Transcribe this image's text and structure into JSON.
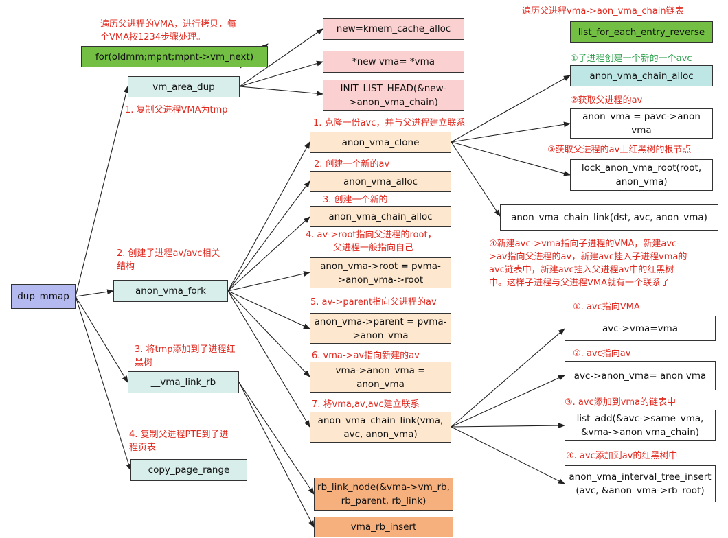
{
  "colors": {
    "root": "#b4b9f0",
    "level1": "#d7eeeb",
    "avc_alloc": "#bde6e4",
    "fork_child": "#fde8cf",
    "rb_insert": "#f6b07d",
    "vma_dup": "#fbd0d0",
    "for_loop": "#72bf44",
    "list_head": "#72bf44",
    "annotation": "#e02a20",
    "arrow": "#222222"
  },
  "nodes": {
    "dup_mmap": "dup_mmap",
    "for_loop": "for(oldmm;mpnt;mpnt->vm_next)",
    "vm_area_dup": "vm_area_dup",
    "kmem_cache_alloc": "new=kmem_cache_alloc",
    "new_vma": "*new vma= *vma",
    "init_list_head": "INIT_LIST_HEAD(&new->anon_vma_chain)",
    "anon_vma_fork": "anon_vma_fork",
    "vma_link_rb": "__vma_link_rb",
    "copy_page_range": "copy_page_range",
    "anon_vma_clone": "anon_vma_clone",
    "anon_vma_alloc": "anon_vma_alloc",
    "anon_vma_chain_alloc_mid": "anon_vma_chain_alloc",
    "root_assign": "anon_vma->root = pvma->anon_vma->root",
    "parent_assign": "anon_vma->parent = pvma->anon_vma",
    "vma_anon_vma_assign": "vma->anon_vma = anon_vma",
    "chain_link_mid": "anon_vma_chain_link(vma, avc, anon_vma)",
    "rb_link_node": "rb_link_node(&vma->vm_rb, rb_parent, rb_link)",
    "vma_rb_insert": "vma_rb_insert",
    "list_reverse": "list_for_each_entry_reverse",
    "avc_alloc_right": "anon_vma_chain_alloc",
    "anon_vma_pavc": "anon_vma = pavc->anon vma",
    "lock_root": "lock_anon_vma_root(root, anon_vma)",
    "chain_link_right": "anon_vma_chain_link(dst, avc, anon_vma)",
    "avc_vma": "avc->vma=vma",
    "avc_anon_vma": "avc->anon_vma= anon vma",
    "list_add": "list_add(&avc->same_vma, &vma->anon vma_chain)",
    "interval_insert": "anon_vma_interval_tree_insert (avc, &anon_vma->rb_root)"
  },
  "notes": {
    "loop_note": [
      "遍历父进程的VMA，进行拷贝，每",
      "个VMA按1234步骤处理。"
    ],
    "step1": [
      "1. 复制父进程VMA为tmp"
    ],
    "step2": [
      "2. 创建子进程av/avc相关",
      "结构"
    ],
    "step3": [
      "3. 将tmp添加到子进程红",
      "黑树"
    ],
    "step4": [
      "4. 复制父进程PTE到子进",
      "程页表"
    ],
    "clone_note": [
      "1. 克隆一份avc，并与父进程建立联系"
    ],
    "alloc_note": [
      "2. 创建一个新的av"
    ],
    "chain_alloc_note": [
      "3. 创建一个新的"
    ],
    "root_note": [
      "4. av->root指向父进程的root，",
      "父进程一般指向自己"
    ],
    "parent_note": [
      "5. av->parent指向父进程的av"
    ],
    "vma_note": [
      "6. vma->av指向新建的av"
    ],
    "link_note": [
      "7. 将vma,av,avc建立联系"
    ],
    "reverse_note": [
      "遍历父进程vma->aon_vma_chain链表"
    ],
    "circle1": [
      "①子进程创建一个新的一个avc"
    ],
    "circle2": [
      "②获取父进程的av"
    ],
    "circle3": [
      "③获取父进程的av上红黑树的根节点"
    ],
    "circle4": [
      "④新建avc->vma指向子进程的VMA，新建avc-",
      ">av指向父进程的av，新建avc挂入子进程vma的",
      "avc链表中，新建avc挂入父进程av中的红黑树",
      "中。这样子进程与父进程VMA就有一个联系了"
    ],
    "sub1": [
      "①. avc指向VMA"
    ],
    "sub2": [
      "②. avc指向av"
    ],
    "sub3": [
      "③. avc添加到vma的链表中"
    ],
    "sub4": [
      "④. avc添加到av的红黑树中"
    ]
  }
}
